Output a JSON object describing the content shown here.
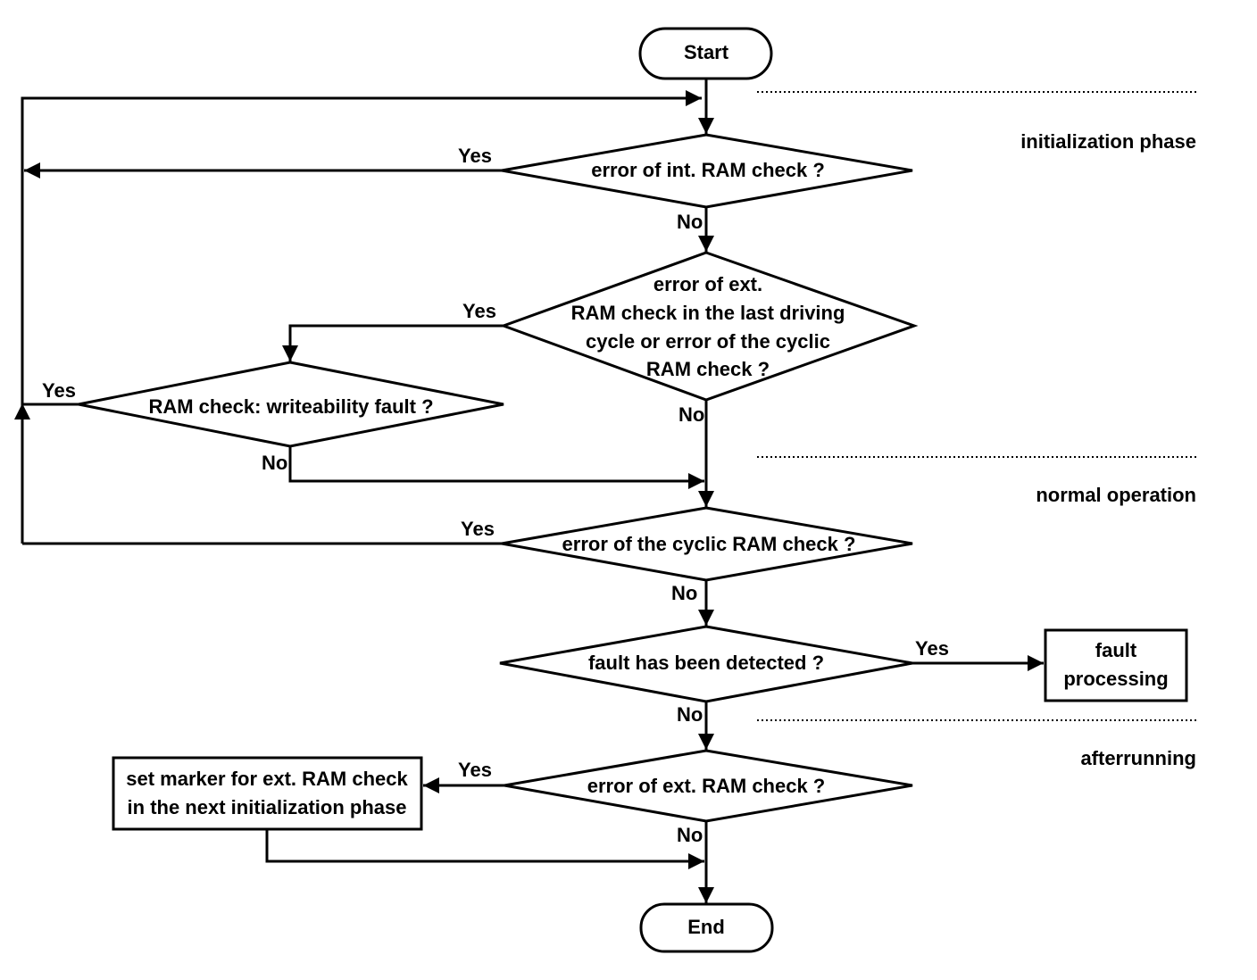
{
  "nodes": {
    "start": "Start",
    "end": "End",
    "int_ram_check": "error of int. RAM check ?",
    "ext_ram_check_line1": "error of ext.",
    "ext_ram_check_line2": "RAM check in the last driving",
    "ext_ram_check_line3": "cycle or error of the cyclic",
    "ext_ram_check_line4": "RAM check ?",
    "writeability_fault": "RAM check: writeability fault ?",
    "cyclic_ram_check": "error of the cyclic RAM check ?",
    "fault_detected": "fault has been detected ?",
    "fault_processing_line1": "fault",
    "fault_processing_line2": "processing",
    "ext_ram_check_after": "error of ext. RAM check ?",
    "set_marker_line1": "set marker for ext. RAM check",
    "set_marker_line2": "in the next  initialization phase"
  },
  "branches": {
    "yes": "Yes",
    "no": "No"
  },
  "phases": {
    "initialization": "initialization phase",
    "normal": "normal operation",
    "afterrunning": "afterrunning"
  }
}
